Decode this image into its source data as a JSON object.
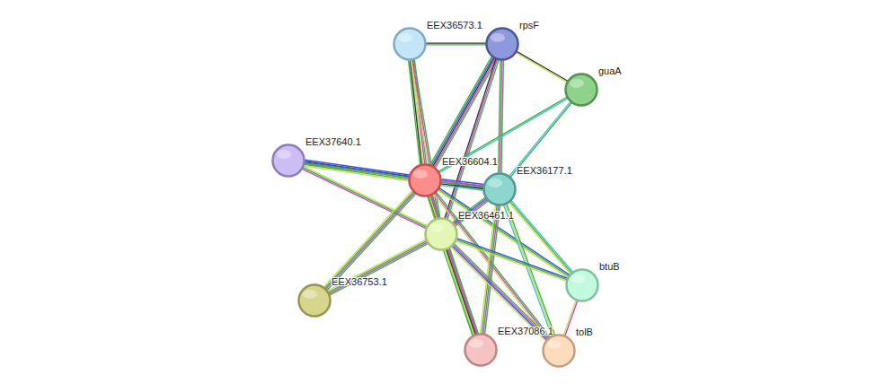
{
  "diagram": {
    "nodes": [
      {
        "text": [
          "EEX36573.1"
        ]
      },
      {
        "text": [
          "rpsF"
        ]
      },
      {
        "text": [
          "guaA"
        ]
      },
      {
        "text": [
          "EEX37640.1"
        ]
      },
      {
        "text": [
          "EEX36604.1"
        ]
      },
      {
        "text": [
          "EEX36177.1"
        ]
      },
      {
        "text": [
          "EEX36461.1"
        ]
      },
      {
        "text": [
          "EEX36753.1"
        ]
      },
      {
        "text": [
          "btuB"
        ]
      },
      {
        "text": [
          "EEX37086.1"
        ]
      },
      {
        "text": [
          "tolB"
        ]
      }
    ],
    "edges": [
      {
        "from": 0,
        "to": 1,
        "arrow": "none"
      },
      {
        "from": 0,
        "to": 4,
        "arrow": "none"
      },
      {
        "from": 0,
        "to": 6,
        "arrow": "none"
      },
      {
        "from": 1,
        "to": 2,
        "arrow": "none"
      },
      {
        "from": 1,
        "to": 4,
        "arrow": "none"
      },
      {
        "from": 1,
        "to": 5,
        "arrow": "none"
      },
      {
        "from": 1,
        "to": 6,
        "arrow": "none"
      },
      {
        "from": 2,
        "to": 4,
        "arrow": "none"
      },
      {
        "from": 2,
        "to": 5,
        "arrow": "none"
      },
      {
        "from": 3,
        "to": 4,
        "arrow": "none"
      },
      {
        "from": 3,
        "to": 5,
        "arrow": "none"
      },
      {
        "from": 3,
        "to": 6,
        "arrow": "none"
      },
      {
        "from": 4,
        "to": 5,
        "arrow": "none"
      },
      {
        "from": 4,
        "to": 6,
        "arrow": "none"
      },
      {
        "from": 4,
        "to": 7,
        "arrow": "none"
      },
      {
        "from": 4,
        "to": 8,
        "arrow": "none"
      },
      {
        "from": 4,
        "to": 9,
        "arrow": "none"
      },
      {
        "from": 4,
        "to": 10,
        "arrow": "none"
      },
      {
        "from": 5,
        "to": 6,
        "arrow": "none"
      },
      {
        "from": 5,
        "to": 8,
        "arrow": "none"
      },
      {
        "from": 5,
        "to": 9,
        "arrow": "none"
      },
      {
        "from": 5,
        "to": 10,
        "arrow": "none"
      },
      {
        "from": 6,
        "to": 7,
        "arrow": "none"
      },
      {
        "from": 6,
        "to": 8,
        "arrow": "none"
      },
      {
        "from": 6,
        "to": 9,
        "arrow": "none"
      },
      {
        "from": 6,
        "to": 10,
        "arrow": "none"
      },
      {
        "from": 8,
        "to": 10,
        "arrow": "none"
      }
    ]
  }
}
